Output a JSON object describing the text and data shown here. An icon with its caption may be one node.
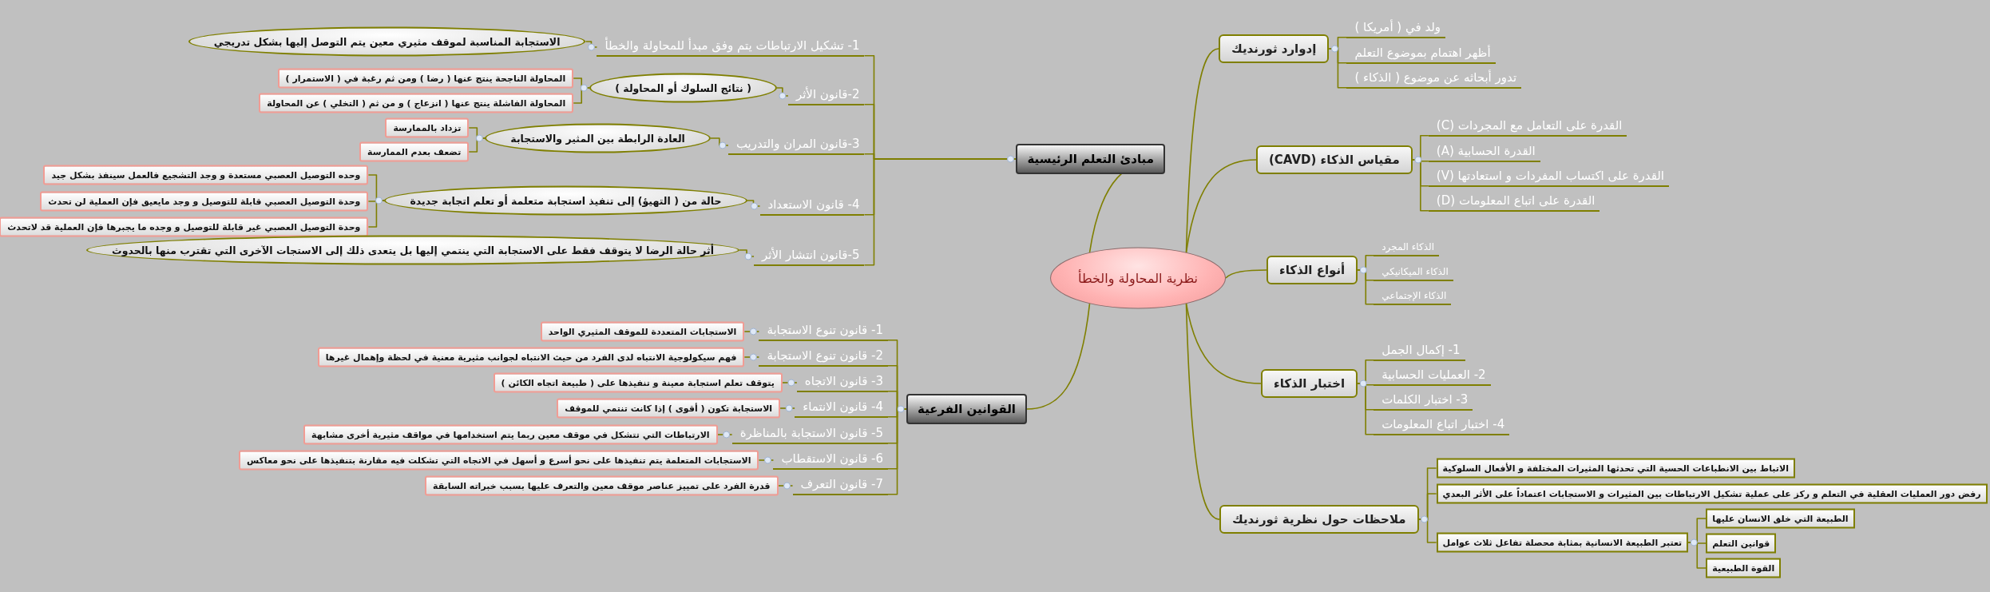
{
  "diagram": {
    "nodes": [
      {
        "text": [
          "نظرية المحاولة والخطأ"
        ]
      },
      {
        "text": [
          "إدوارد ثورنديك"
        ]
      },
      {
        "text": [
          "ولد في ( أمريكا )"
        ]
      },
      {
        "text": [
          "أظهر اهتمام بموضوع التعلم"
        ]
      },
      {
        "text": [
          "تدور أبحاثه عن موضوع ( الذكاء )"
        ]
      },
      {
        "text": [
          "مقياس الذكاء (CAVD)"
        ]
      },
      {
        "text": [
          "القدرة على التعامل مع المجردات (C)"
        ]
      },
      {
        "text": [
          "القدرة الحسابية (A)"
        ]
      },
      {
        "text": [
          "القدرة على اكتساب المفردات و استعادتها (V)"
        ]
      },
      {
        "text": [
          "القدرة على اتباع المعلومات (D)"
        ]
      },
      {
        "text": [
          "أنواع الذكاء"
        ]
      },
      {
        "text": [
          "الذكاء المجرد"
        ]
      },
      {
        "text": [
          "الذكاء الميكانيكي"
        ]
      },
      {
        "text": [
          "الذكاء الإجتماعي"
        ]
      },
      {
        "text": [
          "اختبار الذكاء"
        ]
      },
      {
        "text": [
          "1- إكمال الجمل"
        ]
      },
      {
        "text": [
          "2- العمليات الحسابية"
        ]
      },
      {
        "text": [
          "3- اختبار الكلمات"
        ]
      },
      {
        "text": [
          "4- اختبار اتباع المعلومات"
        ]
      },
      {
        "text": [
          "ملاحظات حول نظرية ثورنديك"
        ]
      },
      {
        "text": [
          "الاتباط بين الانطباعات الحسية التي تحدثها المثيرات المختلفة و الأفعال السلوكية"
        ]
      },
      {
        "text": [
          "رفض دور العمليات العقلية في التعلم و ركز على عملية تشكيل الارتباطات بين المثيرات و الاستجابات اعتماداً على الأثر البعدي"
        ]
      },
      {
        "text": [
          "تعتبر الطبيعة الانسانية بمثابة محصلة تفاعل ثلاث عوامل"
        ]
      },
      {
        "text": [
          "الطبيعة التي خلق الانسان عليها"
        ]
      },
      {
        "text": [
          "قوانين التعلم"
        ]
      },
      {
        "text": [
          "القوة الطبيعية"
        ]
      },
      {
        "text": [
          "مبادئ التعلم الرئيسية"
        ]
      },
      {
        "text": [
          "1- تشكيل الارتباطات يتم وفق مبدأ للمحاولة والخطأ"
        ]
      },
      {
        "text": [
          "الاستجابة المناسبة لموقف مثيري معين يتم التوصل إليها بشكل تدريجي"
        ]
      },
      {
        "text": [
          "2-قانون الأثر"
        ]
      },
      {
        "text": [
          "( نتائج السلوك أو المحاولة )"
        ]
      },
      {
        "text": [
          "المحاولة الناجحة ينتج عنها ( رضا ) ومن ثم رغبة في ( الاستمرار )"
        ]
      },
      {
        "text": [
          "المحاولة الفاشلة ينتج عنها ( انزعاج ) و من ثم ( التخلي ) عن المحاولة"
        ]
      },
      {
        "text": [
          "3-قانون المران والتدريب"
        ]
      },
      {
        "text": [
          "العادة الرابطة بين المثير والاستجابة"
        ]
      },
      {
        "text": [
          "تزداد بالممارسة"
        ]
      },
      {
        "text": [
          "تضعف بعدم الممارسة"
        ]
      },
      {
        "text": [
          "4- قانون الاستعداد"
        ]
      },
      {
        "text": [
          "حالة من ( التهيؤ) إلى تنفيذ استجابة متعلمة أو تعلم اتجابة جديدة"
        ]
      },
      {
        "text": [
          "وحده التوصيل العصبي مستعدة  و وجد التشجيع فالعمل سينفذ بشكل جيد"
        ]
      },
      {
        "text": [
          "وحدة التوصيل العصبي قابلة للتوصيل و وجد مايعيق فإن العملية لن تحدث"
        ]
      },
      {
        "text": [
          "وحدة التوصيل العصبي غير قابلة للتوصيل و وجده ما يجبرها فإن العملية قد لاتحدث"
        ]
      },
      {
        "text": [
          "5-قانون انتشار الأثر"
        ]
      },
      {
        "text": [
          "أثر حالة الرضا لا يتوقف فقط على الاستجابة التي ينتمي إليها بل يتعدى ذلك إلى الاستجات الآخرى التي تقترب منها بالحدوث"
        ]
      },
      {
        "text": [
          "القوانين الفرعية"
        ]
      },
      {
        "text": [
          "1- قانون تنوع الاستجابة"
        ]
      },
      {
        "text": [
          "2- قانون تنوع الاستجابة"
        ]
      },
      {
        "text": [
          "3- قانون الاتجاه"
        ]
      },
      {
        "text": [
          "4- قانون الانتماء"
        ]
      },
      {
        "text": [
          "5- قانون الاستجابة بالمناظرة"
        ]
      },
      {
        "text": [
          "6- قانون الاستقطاب"
        ]
      },
      {
        "text": [
          "7- قانون التعرف"
        ]
      },
      {
        "text": [
          "الاستجابات المتعددة للموقف المثيري الواحد"
        ]
      },
      {
        "text": [
          "فهم سيكولوجية الانتباه لدى الفرد من حيث الانتباه لجوانب مثيرية معنية في لحظة وإهمال غيرها"
        ]
      },
      {
        "text": [
          "يتوقف تعلم استجابة معينة و تنفيذها على ( طبيعة اتجاه الكائن )"
        ]
      },
      {
        "text": [
          "الاستجابة تكون ( أقوى ) إذا كانت تنتمي للموقف"
        ]
      },
      {
        "text": [
          "الارتباطات التي تتشكل في موقف معين ربما يتم استخدامها في مواقف مثيرية أخرى مشابهة"
        ]
      },
      {
        "text": [
          "الاستجابات المتعلمة يتم تنفيذها على نحو أسرع و أسهل في الاتجاه التي تشكلت فيه مقارنة بتنفيذها على نحو معاكس"
        ]
      },
      {
        "text": [
          "قدرة الفرد على تمييز عناصر موقف معين والتعرف عليها بسبب خبراته السابقة"
        ]
      }
    ],
    "edges": [
      {
        "from": 0,
        "to": 1,
        "arrow": "none"
      },
      {
        "from": 0,
        "to": 5,
        "arrow": "none"
      },
      {
        "from": 0,
        "to": 10,
        "arrow": "none"
      },
      {
        "from": 0,
        "to": 14,
        "arrow": "none"
      },
      {
        "from": 0,
        "to": 19,
        "arrow": "none"
      },
      {
        "from": 0,
        "to": 26,
        "arrow": "none"
      },
      {
        "from": 0,
        "to": 44,
        "arrow": "none"
      },
      {
        "from": 1,
        "to": 2,
        "arrow": "none"
      },
      {
        "from": 1,
        "to": 3,
        "arrow": "none"
      },
      {
        "from": 1,
        "to": 4,
        "arrow": "none"
      },
      {
        "from": 5,
        "to": 6,
        "arrow": "none"
      },
      {
        "from": 5,
        "to": 7,
        "arrow": "none"
      },
      {
        "from": 5,
        "to": 8,
        "arrow": "none"
      },
      {
        "from": 5,
        "to": 9,
        "arrow": "none"
      },
      {
        "from": 10,
        "to": 11,
        "arrow": "none"
      },
      {
        "from": 10,
        "to": 12,
        "arrow": "none"
      },
      {
        "from": 10,
        "to": 13,
        "arrow": "none"
      },
      {
        "from": 14,
        "to": 15,
        "arrow": "none"
      },
      {
        "from": 14,
        "to": 16,
        "arrow": "none"
      },
      {
        "from": 14,
        "to": 17,
        "arrow": "none"
      },
      {
        "from": 14,
        "to": 18,
        "arrow": "none"
      },
      {
        "from": 19,
        "to": 20,
        "arrow": "none"
      },
      {
        "from": 19,
        "to": 21,
        "arrow": "none"
      },
      {
        "from": 19,
        "to": 22,
        "arrow": "none"
      },
      {
        "from": 22,
        "to": 23,
        "arrow": "none"
      },
      {
        "from": 22,
        "to": 24,
        "arrow": "none"
      },
      {
        "from": 22,
        "to": 25,
        "arrow": "none"
      },
      {
        "from": 26,
        "to": 27,
        "arrow": "none"
      },
      {
        "from": 26,
        "to": 29,
        "arrow": "none"
      },
      {
        "from": 26,
        "to": 33,
        "arrow": "none"
      },
      {
        "from": 26,
        "to": 37,
        "arrow": "none"
      },
      {
        "from": 26,
        "to": 42,
        "arrow": "none"
      },
      {
        "from": 27,
        "to": 28,
        "arrow": "none"
      },
      {
        "from": 29,
        "to": 30,
        "arrow": "none"
      },
      {
        "from": 30,
        "to": 31,
        "arrow": "none"
      },
      {
        "from": 30,
        "to": 32,
        "arrow": "none"
      },
      {
        "from": 33,
        "to": 34,
        "arrow": "none"
      },
      {
        "from": 34,
        "to": 35,
        "arrow": "none"
      },
      {
        "from": 34,
        "to": 36,
        "arrow": "none"
      },
      {
        "from": 37,
        "to": 38,
        "arrow": "none"
      },
      {
        "from": 38,
        "to": 39,
        "arrow": "none"
      },
      {
        "from": 38,
        "to": 40,
        "arrow": "none"
      },
      {
        "from": 38,
        "to": 41,
        "arrow": "none"
      },
      {
        "from": 42,
        "to": 43,
        "arrow": "none"
      },
      {
        "from": 44,
        "to": 45,
        "arrow": "none"
      },
      {
        "from": 44,
        "to": 46,
        "arrow": "none"
      },
      {
        "from": 44,
        "to": 47,
        "arrow": "none"
      },
      {
        "from": 44,
        "to": 48,
        "arrow": "none"
      },
      {
        "from": 44,
        "to": 49,
        "arrow": "none"
      },
      {
        "from": 44,
        "to": 50,
        "arrow": "none"
      },
      {
        "from": 44,
        "to": 51,
        "arrow": "none"
      },
      {
        "from": 45,
        "to": 52,
        "arrow": "none"
      },
      {
        "from": 46,
        "to": 53,
        "arrow": "none"
      },
      {
        "from": 47,
        "to": 54,
        "arrow": "none"
      },
      {
        "from": 48,
        "to": 55,
        "arrow": "none"
      },
      {
        "from": 49,
        "to": 56,
        "arrow": "none"
      },
      {
        "from": 50,
        "to": 57,
        "arrow": "none"
      },
      {
        "from": 51,
        "to": 58,
        "arrow": "none"
      }
    ]
  }
}
